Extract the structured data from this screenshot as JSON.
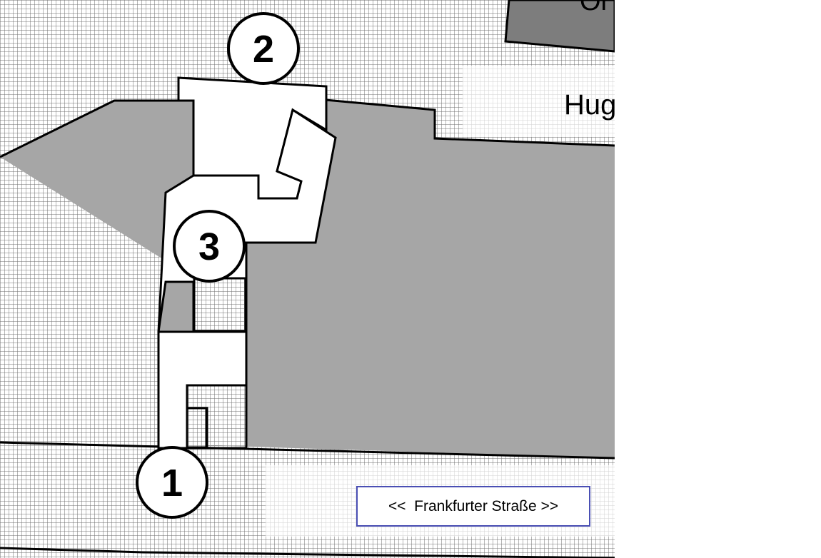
{
  "map": {
    "markers": [
      {
        "id": "1",
        "label": "1"
      },
      {
        "id": "2",
        "label": "2"
      },
      {
        "id": "3",
        "label": "3"
      }
    ],
    "street_label": "<<  Frankfurter Straße >>",
    "partial_labels": {
      "top_right": "Or",
      "right": "Hug"
    }
  },
  "colors": {
    "building_fill": "#a6a6a6",
    "dark_building_fill": "#7d7d7d",
    "route_fill": "#ffffff",
    "outline": "#000000",
    "grid_line": "#6f6f6f",
    "street_border": "#4a4fb4"
  }
}
